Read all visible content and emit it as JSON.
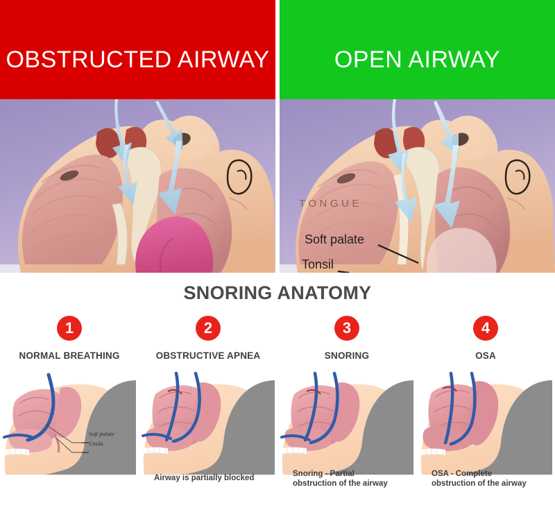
{
  "banners": {
    "left": {
      "title": "OBSTRUCTED AIRWAY",
      "color": "#db0000"
    },
    "right": {
      "title": "OPEN AIRWAY",
      "color": "#12c81c"
    }
  },
  "illustrations": {
    "left": {
      "alt": "cross-section of head with obstructed airway",
      "labels": []
    },
    "right": {
      "alt": "cross-section of head with open airway",
      "labels": [
        {
          "text": "TONGUE",
          "style": "uppercase-spaced"
        },
        {
          "text": "Soft palate",
          "style": "leader-line"
        },
        {
          "text": "Tonsil",
          "style": "leader-line"
        }
      ]
    }
  },
  "anatomy": {
    "title": "SNORING ANATOMY",
    "panels": [
      {
        "number": "1",
        "label": "NORMAL BREATHING",
        "caption": "",
        "mini_labels": [
          "Soft palate",
          "Uvula"
        ]
      },
      {
        "number": "2",
        "label": "OBSTRUCTIVE APNEA",
        "caption": "Airway is partially blocked",
        "mini_labels": []
      },
      {
        "number": "3",
        "label": "SNORING",
        "caption": "Snoring - Partial\nobstruction of the airway",
        "caption_line1": "Snoring - Partial",
        "caption_line2": "obstruction of the airway",
        "mini_labels": []
      },
      {
        "number": "4",
        "label": "OSA",
        "caption": "OSA - Complete\nobstruction of the airway",
        "caption_line1": "OSA - Complete",
        "caption_line2": "obstruction of the airway",
        "mini_labels": []
      }
    ]
  },
  "colors": {
    "obstructed_red": "#db0000",
    "open_green": "#12c81c",
    "badge_red": "#e8231a",
    "title_grey": "#4a4a4a",
    "face_silhouette_grey": "#8c8c8c",
    "skin": "#fad9be",
    "tissue_pink": "#e9a0a6",
    "airflow_blue": "#2f5ca8",
    "illustration_background": "#a99ccb"
  }
}
